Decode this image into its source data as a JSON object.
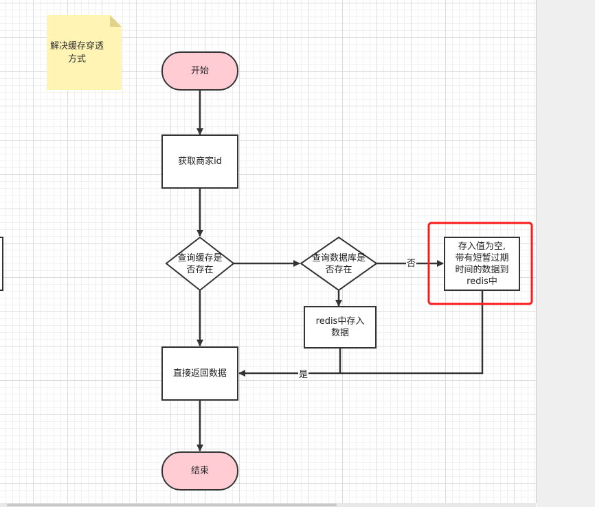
{
  "note": {
    "text": "解决缓存穿透\n方式"
  },
  "nodes": {
    "start": "开始",
    "get_id": "获取商家id",
    "check_cache": "查询缓存是\n否存在",
    "check_db": "查询数据库是\n否存在",
    "save_redis": "redis中存入\n数据",
    "save_empty": "存入值为空,\n带有短暂过期\n时间的数据到\nredis中",
    "return_data": "直接返回数据",
    "end": "结束"
  },
  "edges": {
    "no_label": "否",
    "yes_label": "是"
  },
  "colors": {
    "terminal_fill": "#ffccd4",
    "highlight_border": "#ff1a1a",
    "note_fill": "#fff4b3",
    "stroke": "#333333"
  }
}
